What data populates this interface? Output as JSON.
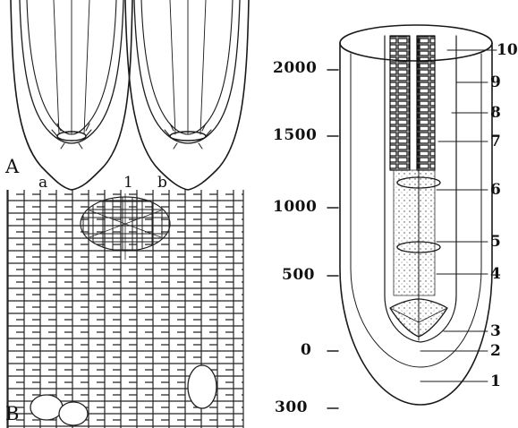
{
  "left_panel": {
    "panel_a_label": "A",
    "panel_b_label": "B",
    "sub_a": "a",
    "sub_b": "b",
    "center_marker": "1"
  },
  "right_panel": {
    "scale_labels": [
      "2000",
      "1500",
      "1000",
      "500",
      "0",
      "300"
    ],
    "part_labels": [
      "10",
      "9",
      "8",
      "7",
      "6",
      "5",
      "4",
      "3",
      "2",
      "1"
    ]
  },
  "colors": {
    "ink": "#1a1a1a",
    "background": "#ffffff"
  }
}
